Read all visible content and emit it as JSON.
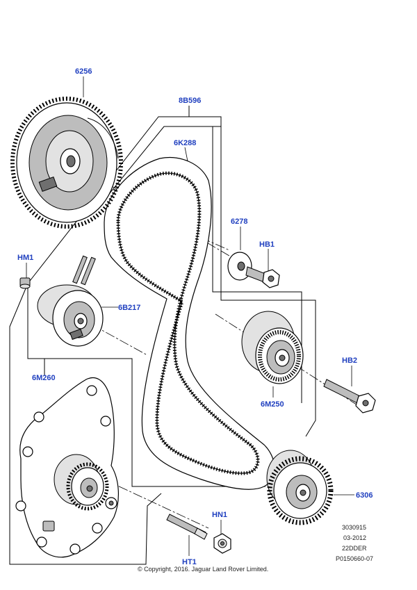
{
  "labels": {
    "p6256": "6256",
    "p8B596": "8B596",
    "p6K288": "6K288",
    "p6278": "6278",
    "pHB1": "HB1",
    "pHM1": "HM1",
    "p6B217": "6B217",
    "p6M260": "6M260",
    "pHB2": "HB2",
    "p6M250": "6M250",
    "p6306": "6306",
    "pHN1": "HN1",
    "pHT1": "HT1"
  },
  "info": {
    "code": "3030915",
    "date": "03-2012",
    "engine": "22DDER",
    "ref": "P0150660-07",
    "copyright": "© Copyright, 2016. Jaguar Land Rover Limited."
  },
  "colors": {
    "label": "#1f3fbf",
    "line": "#000000",
    "shade": "#bdbdbd"
  }
}
